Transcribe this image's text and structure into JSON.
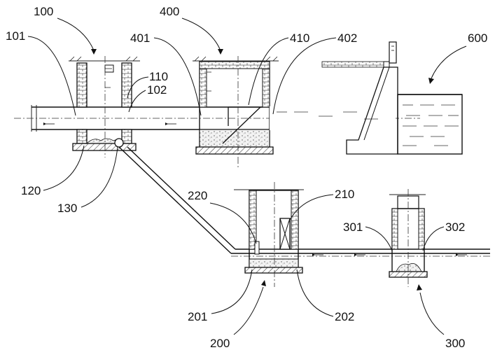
{
  "labels": {
    "l100": "100",
    "l101": "101",
    "l110": "110",
    "l102": "102",
    "l120": "120",
    "l130": "130",
    "l400": "400",
    "l401": "401",
    "l410": "410",
    "l402": "402",
    "l600": "600",
    "l200": "200",
    "l201": "201",
    "l202": "202",
    "l210": "210",
    "l220": "220",
    "l300": "300",
    "l301": "301",
    "l302": "302"
  },
  "colors": {
    "line": "#111111",
    "hatch": "#555555",
    "fill_light": "#f4f4f4"
  }
}
